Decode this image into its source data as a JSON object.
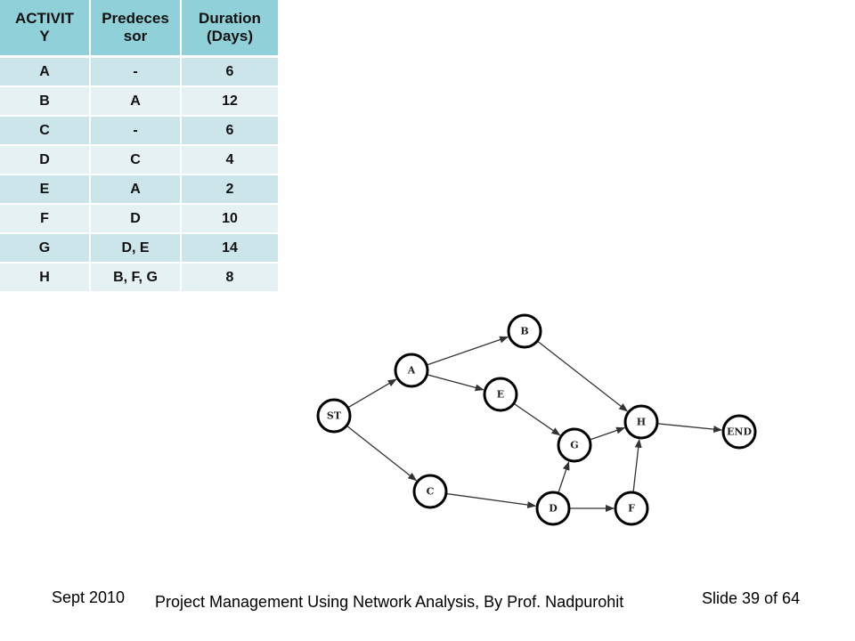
{
  "table": {
    "headers": [
      "ACTIVIT Y",
      "Predeces sor",
      "Duration (Days)"
    ],
    "header_lines": [
      [
        "ACTIVIT",
        "Y"
      ],
      [
        "Predeces",
        "sor"
      ],
      [
        "Duration",
        "(Days)"
      ]
    ],
    "rows": [
      [
        "A",
        "-",
        "6"
      ],
      [
        "B",
        "A",
        "12"
      ],
      [
        "C",
        "-",
        "6"
      ],
      [
        "D",
        "C",
        "4"
      ],
      [
        "E",
        "A",
        "2"
      ],
      [
        "F",
        "D",
        "10"
      ],
      [
        "G",
        "D, E",
        "14"
      ],
      [
        "H",
        "B, F, G",
        "8"
      ]
    ],
    "colors": {
      "header": "#8fd0d9",
      "row_dark": "#cbe5ea",
      "row_light": "#e6f1f3"
    }
  },
  "network": {
    "nodes": [
      {
        "id": "ST",
        "label": "ST"
      },
      {
        "id": "A",
        "label": "A"
      },
      {
        "id": "B",
        "label": "B"
      },
      {
        "id": "E",
        "label": "E"
      },
      {
        "id": "C",
        "label": "C"
      },
      {
        "id": "G",
        "label": "G"
      },
      {
        "id": "H",
        "label": "H"
      },
      {
        "id": "D",
        "label": "D"
      },
      {
        "id": "F",
        "label": "F"
      },
      {
        "id": "END",
        "label": "END"
      }
    ],
    "edges": [
      [
        "ST",
        "A"
      ],
      [
        "ST",
        "C"
      ],
      [
        "A",
        "B"
      ],
      [
        "A",
        "E"
      ],
      [
        "B",
        "H"
      ],
      [
        "E",
        "G"
      ],
      [
        "C",
        "D"
      ],
      [
        "D",
        "G"
      ],
      [
        "D",
        "F"
      ],
      [
        "G",
        "H"
      ],
      [
        "F",
        "H"
      ],
      [
        "H",
        "END"
      ]
    ]
  },
  "footer": {
    "date": "Sept 2010",
    "title": "Project Management Using Network Analysis, By Prof. Nadpurohit",
    "slide": "Slide 39 of 64"
  }
}
